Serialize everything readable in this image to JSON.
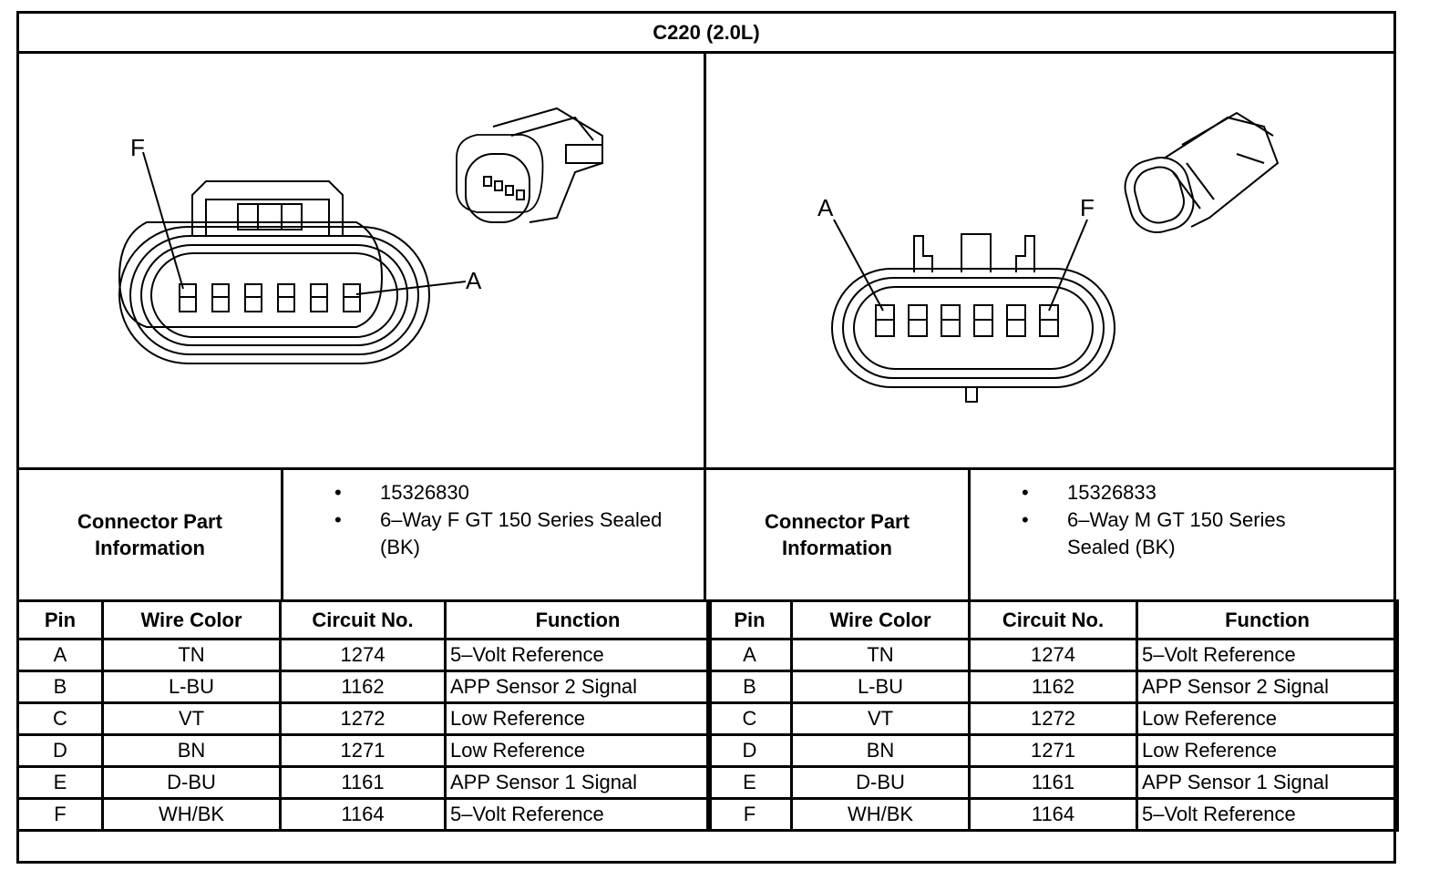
{
  "title": "C220 (2.0L)",
  "left": {
    "pin_label_left": "F",
    "pin_label_right": "A",
    "info_label_line1": "Connector Part",
    "info_label_line2": "Information",
    "info_items": [
      "15326830",
      "6–Way F GT 150 Series Sealed",
      "(BK)"
    ]
  },
  "right": {
    "pin_label_left": "A",
    "pin_label_right": "F",
    "info_label_line1": "Connector Part",
    "info_label_line2": "Information",
    "info_items": [
      "15326833",
      "6–Way M GT 150 Series",
      "Sealed (BK)"
    ]
  },
  "table": {
    "headers": [
      "Pin",
      "Wire Color",
      "Circuit No.",
      "Function"
    ],
    "rows": [
      [
        "A",
        "TN",
        "1274",
        "5–Volt Reference"
      ],
      [
        "B",
        "L-BU",
        "1162",
        "APP Sensor 2 Signal"
      ],
      [
        "C",
        "VT",
        "1272",
        "Low Reference"
      ],
      [
        "D",
        "BN",
        "1271",
        "Low Reference"
      ],
      [
        "E",
        "D-BU",
        "1161",
        "APP Sensor 1 Signal"
      ],
      [
        "F",
        "WH/BK",
        "1164",
        "5–Volt Reference"
      ]
    ]
  }
}
